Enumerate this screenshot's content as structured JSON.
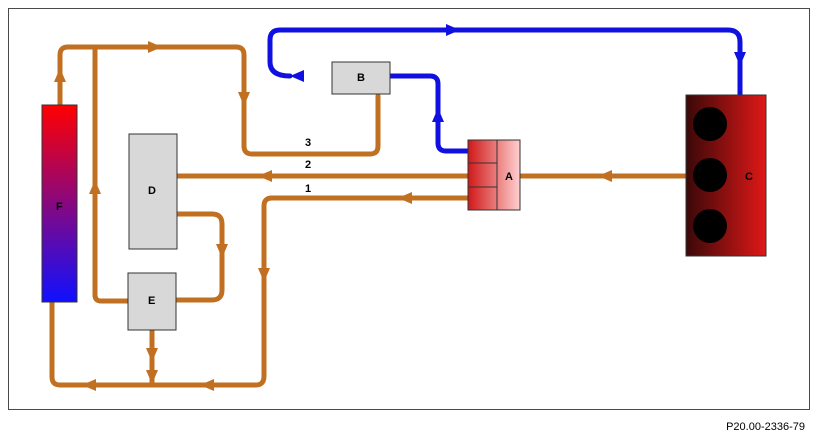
{
  "labels": {
    "a": "A",
    "b": "B",
    "c": "C",
    "d": "D",
    "e": "E",
    "f": "F"
  },
  "line_numbers": {
    "line1": "1",
    "line2": "2",
    "line3": "3"
  },
  "reference_code": "P20.00-2336-79",
  "colors": {
    "hot_line": "#c07020",
    "cold_line": "#1010e0",
    "box_fill": "#d8d8d8",
    "box_stroke": "#333333",
    "engine_fill": "#b01818",
    "radiator_top": "#ff0000",
    "radiator_bottom": "#1010ff"
  }
}
